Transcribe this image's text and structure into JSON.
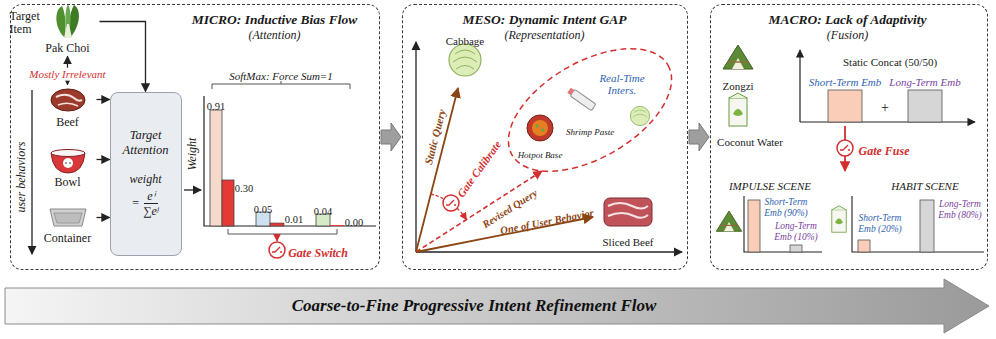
{
  "diagram": {
    "nodes": [
      {
        "text": [
          "MICRO: Inductive Bias Flow",
          "(Attention)"
        ]
      },
      {
        "text": [
          "Target Item",
          "Pak Choi"
        ],
        "in": 0
      },
      {
        "text": [
          "Beef"
        ],
        "in": 0
      },
      {
        "text": [
          "Bowl"
        ],
        "in": 0
      },
      {
        "text": [
          "Container"
        ],
        "in": 0
      },
      {
        "text": [
          "Target Attention",
          "weight",
          "=",
          "eⁱ",
          "∑eʲ"
        ],
        "in": 0
      },
      {
        "text": [
          "MESO: Dynamic Intent GAP",
          "(Representation)"
        ]
      },
      {
        "text": [
          "MACRO: Lack of Adaptivity",
          "(Fusion)"
        ]
      },
      {
        "text": [
          "Coarse-to-Fine Progressive Intent Refinement Flow"
        ]
      }
    ],
    "edges": [
      {
        "from": 1,
        "to": 5,
        "arrow": "to"
      },
      {
        "from": 1,
        "to": 2,
        "label": "Mostly Irrelevant",
        "arrow": "both"
      },
      {
        "from": 2,
        "to": 5,
        "arrow": "to"
      },
      {
        "from": 3,
        "to": 5,
        "arrow": "to"
      },
      {
        "from": 4,
        "to": 5,
        "arrow": "to"
      },
      {
        "from": 0,
        "to": 6,
        "arrow": "to"
      },
      {
        "from": 6,
        "to": 7,
        "arrow": "to"
      }
    ],
    "labels": [
      "user behaviors",
      "Weight",
      "SoftMax: Force Sum=1",
      "0.91",
      "0.30",
      "0.05",
      "0.01",
      "0.04",
      "0.00",
      "Gate Switch",
      "Cabbage",
      "Real-Time Inters.",
      "Hotpot Base",
      "Shrimp Paste",
      "Static Query",
      "Gate Calibrate",
      "Revised Query",
      "One of User Behavior",
      "Sliced Beef",
      "Zongzi",
      "Coconut Water",
      "Static Concat (50/50)",
      "Short-Term Emb",
      "+",
      "Long-Term Emb",
      "Gate Fuse",
      "IMPULSE SCENE",
      "HABIT SCENE",
      "Short-Term Emb (90%)",
      "Long-Term Emb (10%)",
      "Short-Term Emb (20%)",
      "Long-Term Emb (80%)"
    ]
  }
}
